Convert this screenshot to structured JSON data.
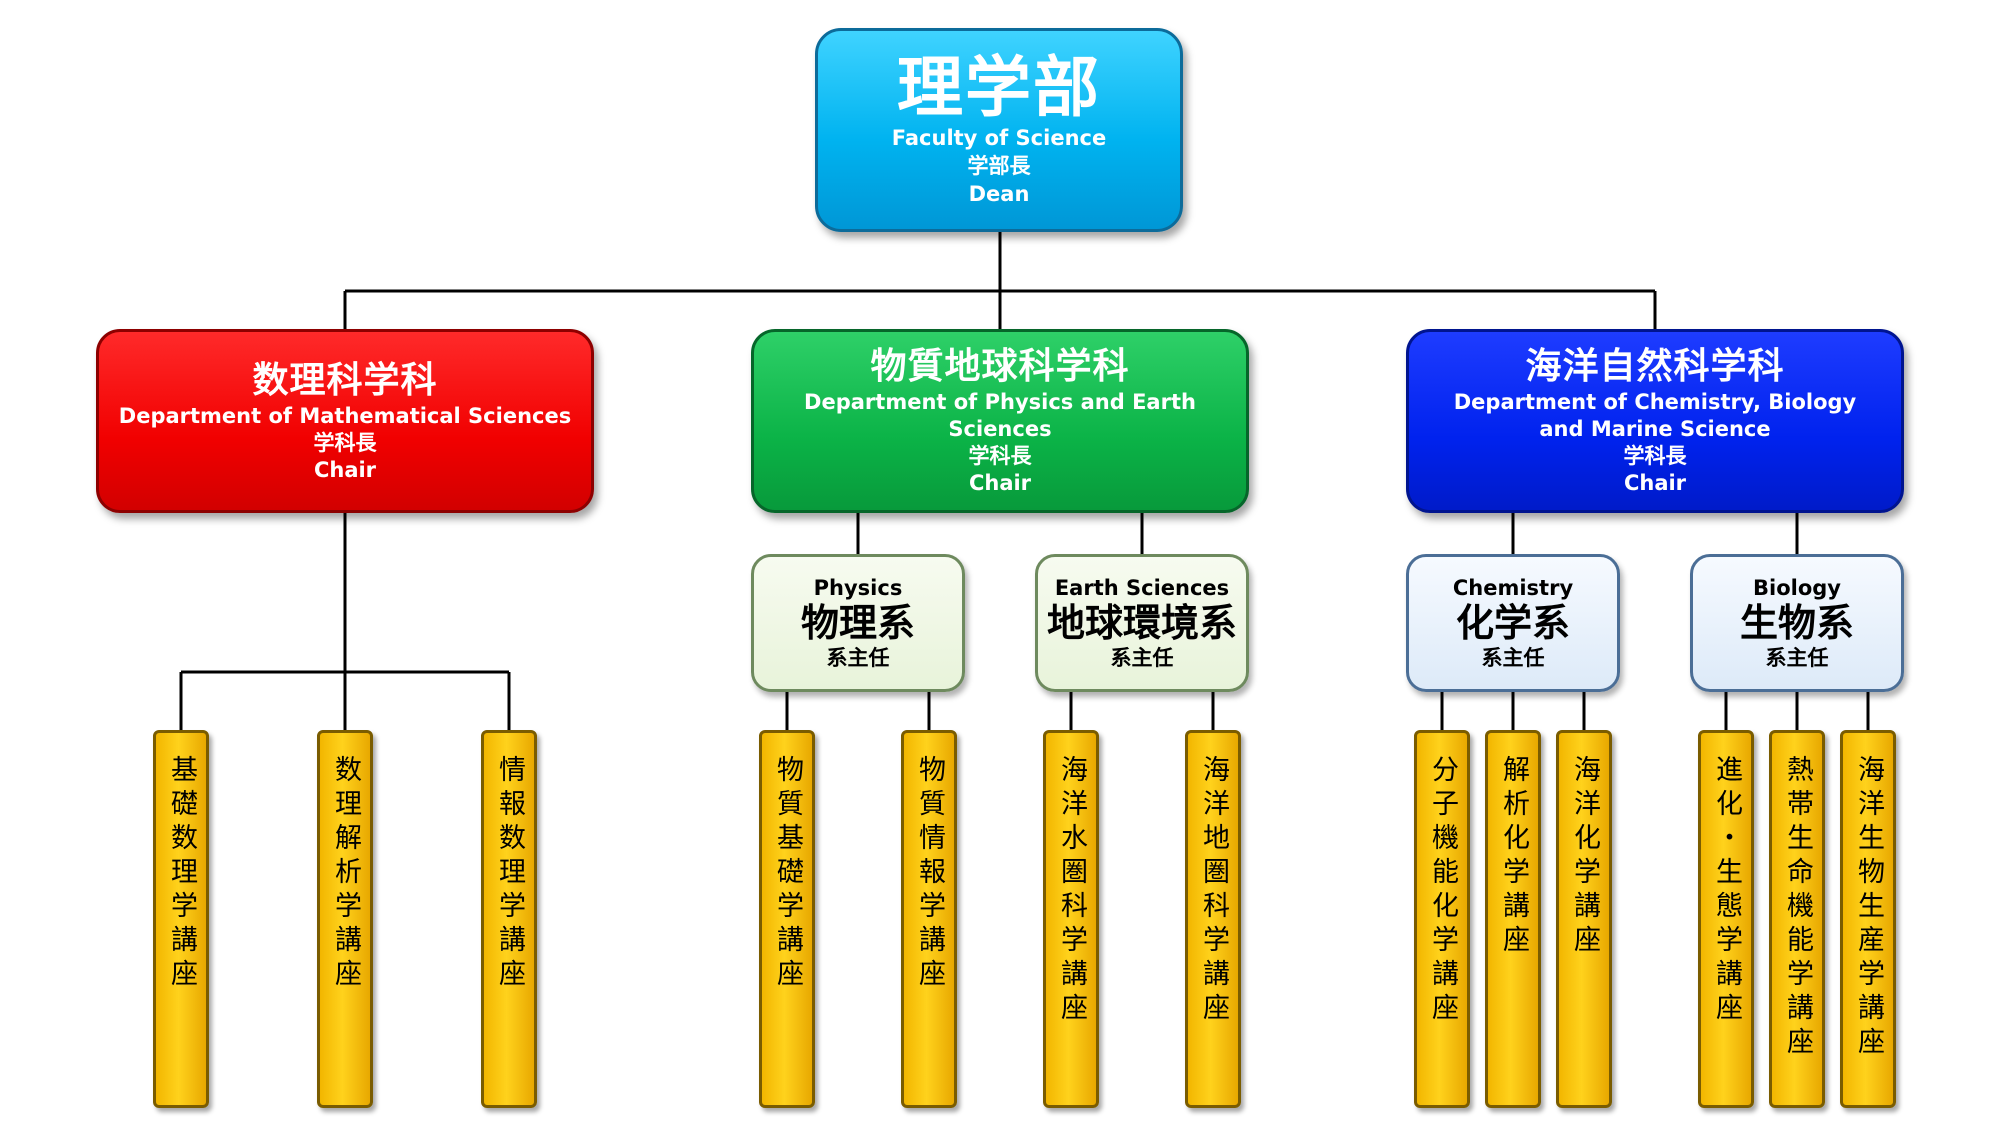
{
  "faculty": {
    "title": "理学部",
    "en": "Faculty of Science",
    "role_jp": "学部長",
    "role_en": "Dean"
  },
  "departments": [
    {
      "title": "数理科学科",
      "en": "Department of Mathematical Sciences",
      "role_jp": "学科長",
      "role_en": "Chair",
      "color": "#f10000"
    },
    {
      "title": "物質地球科学科",
      "en": "Department of Physics and Earth Sciences",
      "role_jp": "学科長",
      "role_en": "Chair",
      "color": "#0bb347"
    },
    {
      "title": "海洋自然科学科",
      "en": "Department of Chemistry, Biology and Marine Science",
      "role_jp": "学科長",
      "role_en": "Chair",
      "color": "#0022ee"
    }
  ],
  "divisions": [
    {
      "en": "Physics",
      "jp": "物理系",
      "role": "系主任"
    },
    {
      "en": "Earth Sciences",
      "jp": "地球環境系",
      "role": "系主任"
    },
    {
      "en": "Chemistry",
      "jp": "化学系",
      "role": "系主任"
    },
    {
      "en": "Biology",
      "jp": "生物系",
      "role": "系主任"
    }
  ],
  "labs": [
    "基礎数理学講座",
    "数理解析学講座",
    "情報数理学講座",
    "物質基礎学講座",
    "物質情報学講座",
    "海洋水圏科学講座",
    "海洋地圏科学講座",
    "分子機能化学講座",
    "解析化学講座",
    "海洋化学講座",
    "進化・生態学講座",
    "熱帯生命機能学講座",
    "海洋生物生産学講座"
  ]
}
